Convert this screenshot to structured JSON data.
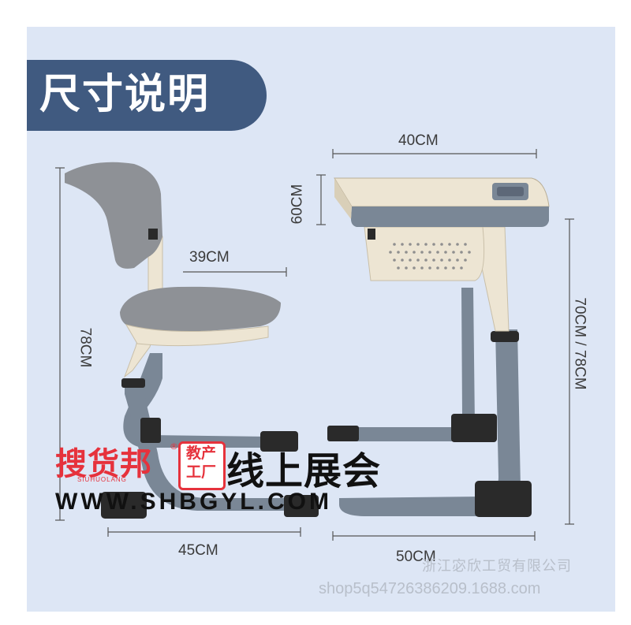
{
  "title": "尺寸说明",
  "dimensions": {
    "desk_width": "40CM",
    "desk_depth": "60CM",
    "desk_height": "70CM / 78CM",
    "desk_base": "50CM",
    "chair_seat": "39CM",
    "chair_height": "78CM",
    "chair_base": "45CM"
  },
  "logo": {
    "brand": "搜货邦",
    "reg_mark": "®",
    "brand_sub": "SIUHUOLANG",
    "factory_badge": "教产工厂",
    "expo": "线上展会",
    "url": "WWW.SHBGYL.COM"
  },
  "watermark": {
    "company": "浙江宓欣工贸有限公司",
    "shop": "shop5q54726386209.1688.com"
  },
  "colors": {
    "background": "#dde6f5",
    "title_badge": "#405a80",
    "frame": "#7a8796",
    "seat": "#8e9196",
    "wood": "#ede5d3",
    "logo_red": "#e6323c"
  }
}
